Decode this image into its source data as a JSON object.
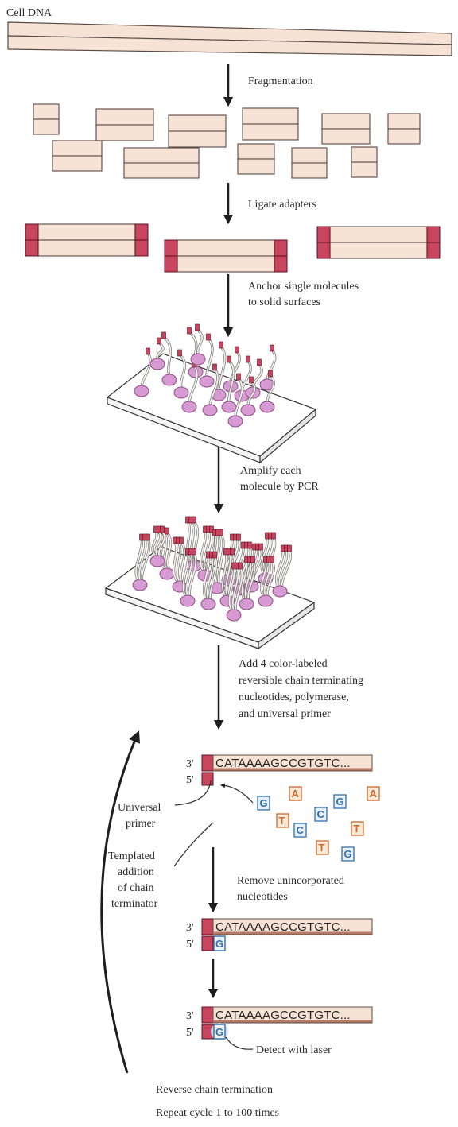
{
  "labels": {
    "cell_dna": "Cell DNA",
    "fragmentation": "Fragmentation",
    "ligate_adapters": "Ligate adapters",
    "anchor_1": "Anchor single molecules",
    "anchor_2": "to solid surfaces",
    "amplify_1": "Amplify each",
    "amplify_2": "molecule by PCR",
    "add_1": "Add 4 color-labeled",
    "add_2": "reversible chain terminating",
    "add_3": "nucleotides, polymerase,",
    "add_4": "and universal primer",
    "universal_1": "Universal",
    "universal_2": "primer",
    "templated_1": "Templated",
    "templated_2": "addition",
    "templated_3": "of chain",
    "templated_4": "terminator",
    "remove_1": "Remove unincorporated",
    "remove_2": "nucleotides",
    "detect": "Detect with laser",
    "reverse": "Reverse chain termination",
    "repeat": "Repeat cycle 1 to 100 times"
  },
  "strand": {
    "end_3": "3'",
    "end_5": "5'",
    "sequence": "CATAAAAGCCGTGTC..."
  },
  "incorporated_base": "G",
  "free_nucleotides": [
    "G",
    "A",
    "C",
    "G",
    "A",
    "T",
    "C",
    "T",
    "T",
    "G"
  ],
  "colors": {
    "dna_fill": "#f7e2d6",
    "dna_stroke": "#5a4a44",
    "adapter": "#c8455e",
    "bead": "#d89ad2",
    "surface": "#ffffff",
    "arrow": "#1e1e1e",
    "nuc_G": "#2f6fb0",
    "nuc_A": "#c86a2e",
    "nuc_C": "#2f6fb0",
    "nuc_T": "#c86a2e"
  }
}
